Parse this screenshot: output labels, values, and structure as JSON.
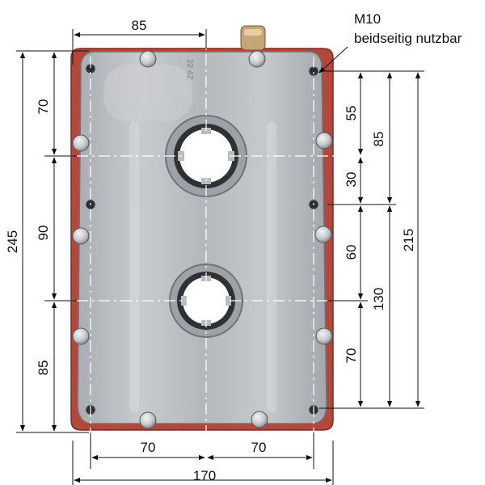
{
  "note": {
    "line1": "M10",
    "line2": "beidseitig nutzbar"
  },
  "dimensions": {
    "top_width": "85",
    "left_top": "70",
    "left_middle": "90",
    "left_bottom": "85",
    "left_total": "245",
    "right_a": "55",
    "right_b": "30",
    "right_c": "60",
    "right_d": "70",
    "right_85": "85",
    "right_130": "130",
    "right_215": "215",
    "bottom_left": "70",
    "bottom_right": "70",
    "bottom_total": "170"
  },
  "colors": {
    "housing": "#b5473a",
    "plate": "#b9bdc0",
    "plate_dark": "#8e9296",
    "bolt": "#d2d5d8",
    "line": "#111111",
    "centerline": "#ffffff"
  },
  "part_marking": "22 42"
}
